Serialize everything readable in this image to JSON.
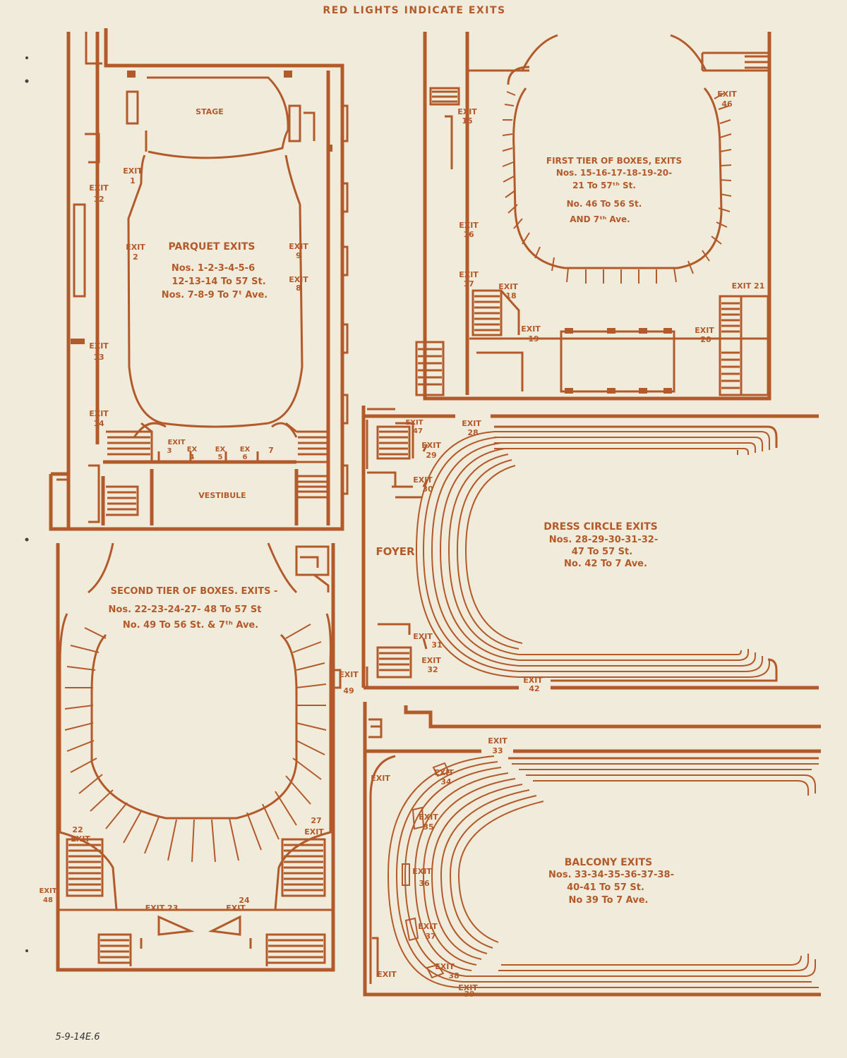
{
  "header": {
    "title": "RED LIGHTS INDICATE EXITS"
  },
  "ink_color": "#b35a2a",
  "paper_color": "#f1ebdc",
  "parquet": {
    "stage": "STAGE",
    "vestibule": "VESTIBULE",
    "title": "PARQUET EXITS",
    "line1": "Nos. 1-2-3-4-5-6",
    "line2": "12-13-14 To 57 St.",
    "line3": "Nos. 7-8-9 To 7ᵗ Ave.",
    "exits": {
      "e1": [
        "EXIT",
        "1"
      ],
      "e2": [
        "EXIT",
        "2"
      ],
      "e12": [
        "EXIT",
        "12"
      ],
      "e9": [
        "EXIT",
        "9"
      ],
      "e8": [
        "EXIT",
        "8"
      ],
      "e13": [
        "EXIT",
        "13"
      ],
      "e14": [
        "EXIT",
        "14"
      ],
      "e3": [
        "EXIT",
        "3"
      ],
      "e4": [
        "EX",
        "4"
      ],
      "e5": [
        "EX",
        "5"
      ],
      "e6": [
        "EX",
        "6"
      ],
      "e7": "7"
    }
  },
  "first_tier": {
    "title": "FIRST TIER OF BOXES, EXITS",
    "line1": "Nos. 15-16-17-18-19-20-",
    "line2": "21 To 57ᵗʰ St.",
    "line3": "No. 46 To 56 St.",
    "line4": "AND 7ᵗʰ Ave.",
    "exits": {
      "e15": [
        "EXIT",
        "15"
      ],
      "e16": [
        "EXIT",
        "16"
      ],
      "e17": [
        "EXIT",
        "17"
      ],
      "e18": [
        "EXIT",
        "18"
      ],
      "e19": [
        "EXIT",
        "19"
      ],
      "e20": [
        "EXIT",
        "20"
      ],
      "e46": [
        "EXIT",
        "46"
      ],
      "e21": "EXIT 21"
    }
  },
  "dress_circle": {
    "foyer": "FOYER",
    "title": "DRESS CIRCLE EXITS",
    "line1": "Nos. 28-29-30-31-32-",
    "line2": "47 To 57 St.",
    "line3": "No. 42 To 7 Ave.",
    "exits": {
      "e47": [
        "EXIT",
        "47"
      ],
      "e28": [
        "EXIT",
        "28"
      ],
      "e29": [
        "EXIT",
        "29"
      ],
      "e30": [
        "EXIT",
        "30"
      ],
      "e31": [
        "EXIT",
        "31"
      ],
      "e32": [
        "EXIT",
        "32"
      ],
      "e42": [
        "EXIT",
        "42"
      ]
    }
  },
  "second_tier": {
    "title": "SECOND TIER OF BOXES. EXITS -",
    "line1": "Nos. 22-23-24-27- 48 To 57 St",
    "line2": "No. 49 To 56 St. & 7ᵗʰ Ave.",
    "exits": {
      "e49": [
        "EXIT",
        "49"
      ],
      "e27": [
        "27",
        "EXIT"
      ],
      "e22": [
        "22",
        "EXIT"
      ],
      "e48": [
        "EXIT",
        "48"
      ],
      "e23": "EXIT 23",
      "e24": [
        "24",
        "EXIT"
      ]
    }
  },
  "balcony": {
    "title": "BALCONY EXITS",
    "line1": "Nos. 33-34-35-36-37-38-",
    "line2": "40-41 To 57 St.",
    "line3": "No 39 To 7 Ave.",
    "exits": {
      "e33": [
        "EXIT",
        "33"
      ],
      "e34": [
        "EXIT",
        "34"
      ],
      "e35": [
        "EXIT",
        "35"
      ],
      "e36": [
        "EXIT",
        "36"
      ],
      "e37": [
        "EXIT",
        "37"
      ],
      "e38": [
        "EXIT",
        "38"
      ],
      "e39": [
        "EXIT",
        "39"
      ],
      "eL1": "EXIT",
      "eL2": "EXIT"
    }
  },
  "footer": {
    "catalog_note": "5-9-14E.6"
  }
}
